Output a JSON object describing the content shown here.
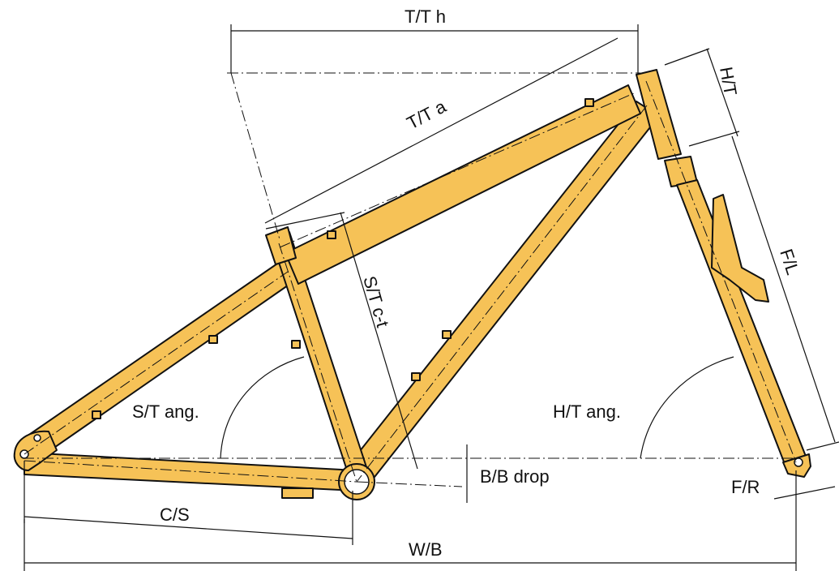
{
  "colors": {
    "frame": "#F6C257",
    "stroke": "#111111"
  },
  "labels": {
    "tt_h": "T/T h",
    "tt_a": "T/T a",
    "ht": "H/T",
    "fl": "F/L",
    "st_ct": "S/T c-t",
    "st_ang": "S/T ang.",
    "ht_ang": "H/T ang.",
    "bb_drop": "B/B drop",
    "cs": "C/S",
    "wb": "W/B",
    "fr": "F/R"
  }
}
